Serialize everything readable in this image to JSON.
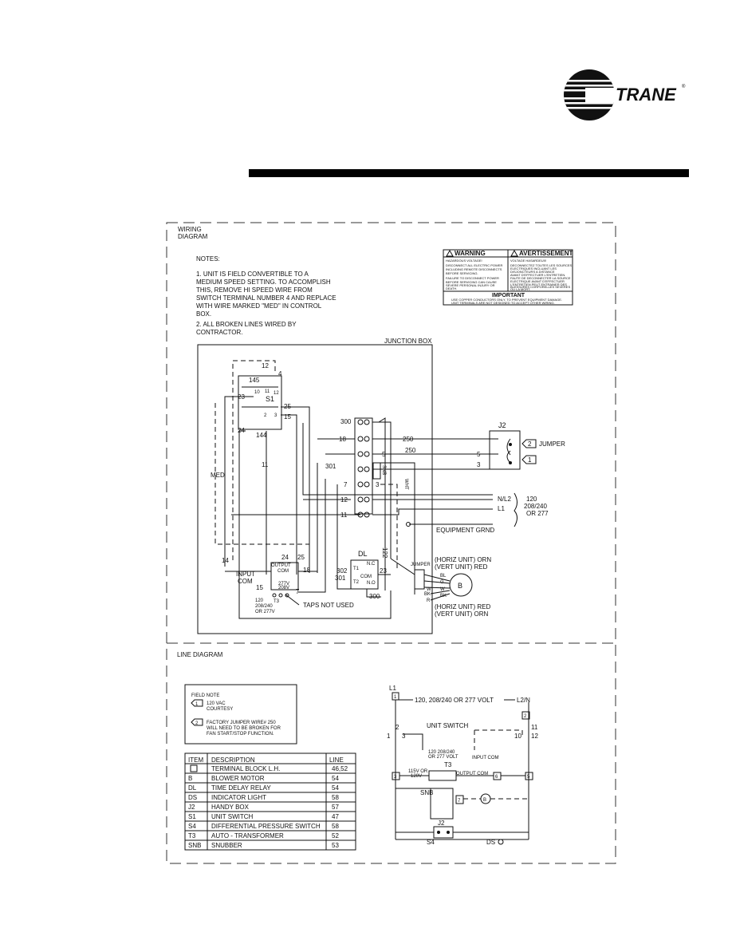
{
  "brand": {
    "name": "TRANE",
    "reg": "®"
  },
  "sections": {
    "wiring_title_1": "WIRING",
    "wiring_title_2": "DIAGRAM",
    "line_title": "LINE  DIAGRAM"
  },
  "notes": {
    "heading": "NOTES:",
    "n1": [
      "1.  UNIT IS FIELD CONVERTIBLE TO A",
      "MEDIUM SPEED SETTING. TO ACCOMPLISH",
      "THIS, REMOVE HI SPEED WIRE FROM",
      "SWITCH TERMINAL NUMBER 4 AND REPLACE",
      "WITH WIRE MARKED \"MED\" IN CONTROL",
      "BOX."
    ],
    "n2": [
      "2.  ALL BROKEN LINES WIRED BY",
      "CONTRACTOR."
    ]
  },
  "warning": {
    "en_title": "WARNING",
    "fr_title": "AVERTISSEMENT",
    "en_sub": "HAZARDOUS VOLTAGE!",
    "fr_sub": "VOLTAGE HASARDEUX!",
    "en_body": [
      "DISCONNECT ALL ELECTRIC POWER",
      "INCLUDING REMOTE DISCONNECTS",
      "BEFORE SERVICING.",
      "FAILURE TO DISCONNECT POWER",
      "BEFORE SERVICING CAN CAUSE",
      "SEVERE PERSONAL INJURY OR",
      "DEATH."
    ],
    "fr_body": [
      "DECONNECTEZ TOUTES LES SOURCES",
      "ELECTRIQUES INCLUANT LES",
      "DISJONCTEURS A DISTANCE",
      "AVANT D'EFFECTUER L'ENTRETIEN.",
      "FAUTE DE DECONNECTER LA SOURCE",
      "ELECTRIQUE AVANT D'EFFECTUER",
      "L'ENTRETIEN PEUT ENTRAINER DES",
      "BLESSURES CORPORELLES SEVERES",
      "OU LA MORT."
    ],
    "important": "IMPORTANT",
    "imp_body": [
      "USE COPPER CONDUCTORS ONLY, TO PREVENT EQUIPMENT DAMAGE.",
      "UNIT TERMINALS ARE NOT DESIGNED TO ACCEPT OTHER WIRING."
    ]
  },
  "wiring": {
    "junction_box": "JUNCTION BOX",
    "switch_nums": [
      "12",
      "4",
      "145",
      "10",
      "11",
      "12",
      "S1",
      "23",
      "25",
      "2",
      "3",
      "15",
      "24",
      "144",
      "11",
      "MED",
      "14"
    ],
    "terminals": [
      "300",
      "18",
      "250",
      "5",
      "250",
      "301",
      "SNB",
      "7",
      "3",
      "WHT",
      "12",
      "11",
      "122"
    ],
    "j2": {
      "name": "J2",
      "t2": "2",
      "t1": "1",
      "jumper": "JUMPER",
      "w5": "5",
      "w3": "3"
    },
    "power": {
      "nl2": "N/L2",
      "l1": "L1",
      "v1": "120",
      "v2": "208/240",
      "v3": "OR  277",
      "grnd": "EQUIPMENT  GRND"
    },
    "dl": {
      "name": "DL",
      "t1": "T1",
      "nc": "N.C",
      "no": "N.O",
      "com": "COM",
      "t2": "T2",
      "w302": "302",
      "w301": "301",
      "w23": "23",
      "w300": "300"
    },
    "transformer": {
      "out": "OUTPUT",
      "com": "COM",
      "in": "INPUT",
      "incom": "COM",
      "n24": "24",
      "n25": "25",
      "n18": "18",
      "n7": "7",
      "n15": "15",
      "t3": "T3",
      "v1": "120",
      "v2": "208/240",
      "v3": "OR 277V",
      "taps": "TAPS  NOT  USED",
      "v277": "277V",
      "v208": "208V"
    },
    "motor": {
      "b": "B",
      "jumper": "JUMPER",
      "h1": "(HORIZ  UNIT)  ORN",
      "h2": "(VERT   UNIT)  RED",
      "h3": "(HORIZ  UNIT)  RED",
      "h4": "(VERT   UNIT)  ORN",
      "wires": [
        "BL",
        "G",
        "W",
        "BK",
        "R"
      ],
      "wl": [
        "W",
        "BK",
        "R"
      ]
    }
  },
  "field_note": {
    "title": "FIELD    NOTE",
    "n1": "1",
    "n1a": "120  VAC",
    "n1b": "COURTESY",
    "n2": "2",
    "n2a": "FACTORY JUMPER WIRE# 250",
    "n2b": "WILL NEED TO BE BROKEN FOR",
    "n2c": "FAN START/STOP FUNCTION."
  },
  "legend": {
    "headers": [
      "ITEM",
      "DESCRIPTION",
      "LINE"
    ],
    "rows": [
      {
        "item": "",
        "desc": "TERMINAL BLOCK  L.H.",
        "line": "46,52"
      },
      {
        "item": "B",
        "desc": "BLOWER MOTOR",
        "line": "54"
      },
      {
        "item": "DL",
        "desc": "TIME DELAY RELAY",
        "line": "54"
      },
      {
        "item": "DS",
        "desc": "INDICATOR LIGHT",
        "line": "58"
      },
      {
        "item": "J2",
        "desc": "HANDY BOX",
        "line": "57"
      },
      {
        "item": "S1",
        "desc": "UNIT SWITCH",
        "line": "47"
      },
      {
        "item": "S4",
        "desc": "DIFFERENTIAL PRESSURE SWITCH",
        "line": "58"
      },
      {
        "item": "T3",
        "desc": "AUTO - TRANSFORMER",
        "line": "52"
      },
      {
        "item": "SNB",
        "desc": "SNUBBER",
        "line": "53"
      }
    ]
  },
  "line_diagram": {
    "l1": "L1",
    "supply": "120,  208/240  OR  277  VOLT",
    "l2n": "L2/N",
    "t1": "1",
    "t2": "2",
    "sw_a": "2",
    "sw_b": "3",
    "sw_c": "11",
    "sw_d": "10",
    "sw_e": "12",
    "sw_f": "1",
    "unit_switch": "UNIT  SWITCH",
    "v1": "120  208/240",
    "v2": "OR  277  VOLT",
    "input_com": "INPUT COM",
    "t3": "T3",
    "output_com": "OUTPUT COM",
    "n3": "3",
    "n6": "6",
    "n5": "5",
    "n7": "7",
    "v115": "115V OR",
    "v120": "120V",
    "snb": "SNB",
    "b": "B",
    "j2": "J2",
    "s4": "S4",
    "ds": "DS"
  }
}
